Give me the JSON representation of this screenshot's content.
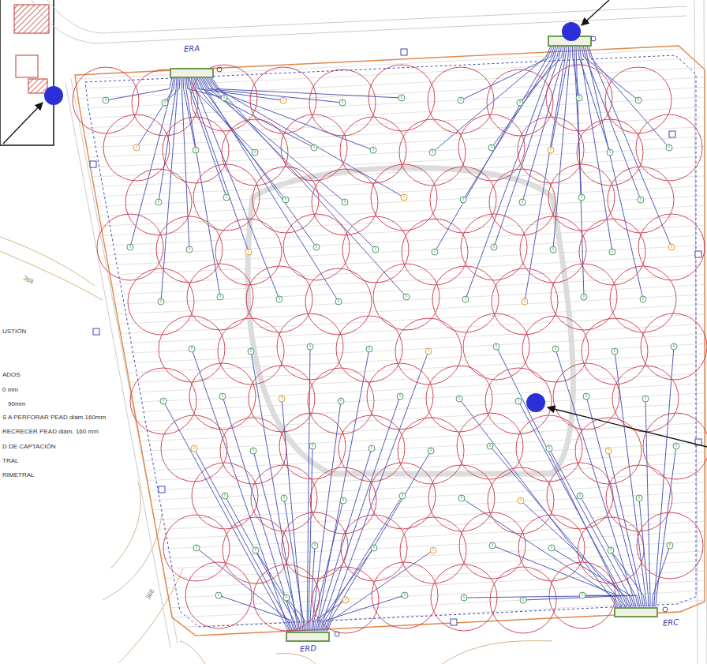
{
  "diagram": {
    "nodes": [
      {
        "text": [
          "ERA"
        ]
      },
      {
        "text": [
          "ERC"
        ]
      },
      {
        "text": [
          "ERD"
        ]
      }
    ],
    "labels": [
      "368",
      "368"
    ],
    "legend": [
      {
        "text": "USTIÓN"
      },
      {
        "text": "ADOS"
      },
      {
        "text": "0 mm"
      },
      {
        "text": "90mm"
      },
      {
        "text": "S A PERFORAR PEAD diám.160mm"
      },
      {
        "text": "RECRECER PEAD diám. 160 mm"
      },
      {
        "text": "D DE CAPTACIÓN"
      },
      {
        "text": "TRAL"
      },
      {
        "text": "RIMETRAL"
      }
    ]
  }
}
